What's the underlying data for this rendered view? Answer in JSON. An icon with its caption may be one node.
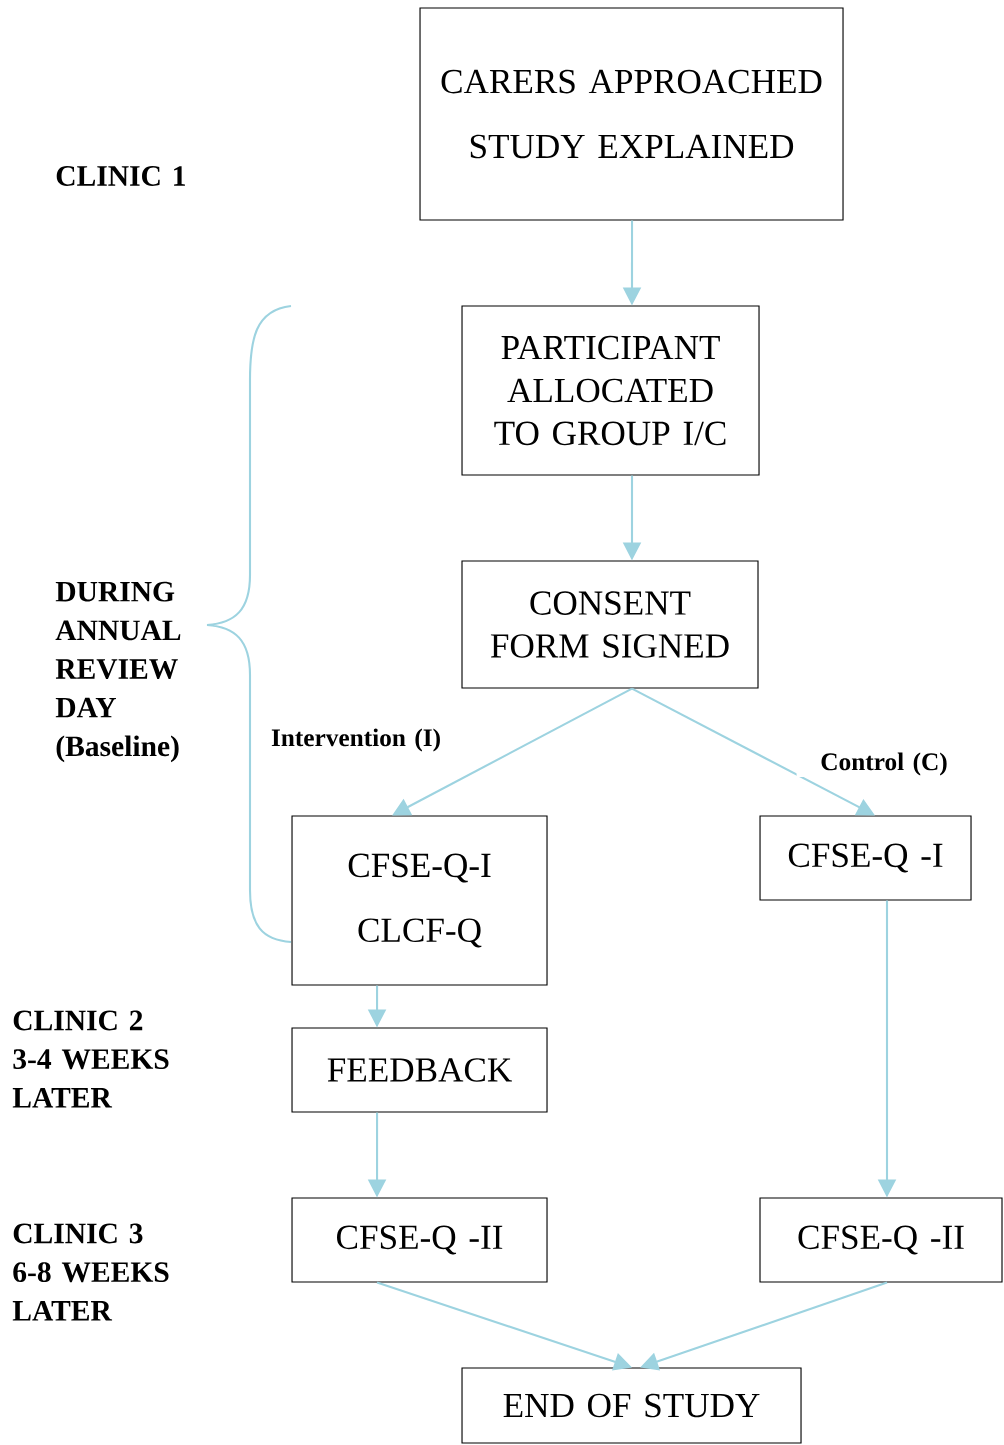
{
  "diagram": {
    "nodes": [
      {
        "text": [
          "CARERS APPROACHED",
          "STUDY EXPLAINED"
        ]
      },
      {
        "text": [
          "PARTICIPANT ALLOCATED TO GROUP I/C"
        ]
      },
      {
        "text": [
          "CONSENT FORM SIGNED"
        ]
      },
      {
        "text": [
          "CFSE-Q-I",
          "CLCF-Q"
        ]
      },
      {
        "text": [
          "CFSE-Q -I"
        ]
      },
      {
        "text": [
          "FEEDBACK"
        ]
      },
      {
        "text": [
          "CFSE-Q -II"
        ]
      },
      {
        "text": [
          "CFSE-Q -II"
        ]
      },
      {
        "text": [
          "END OF STUDY"
        ]
      }
    ],
    "edges": [
      {
        "from": 0,
        "to": 1,
        "arrow": "to"
      },
      {
        "from": 1,
        "to": 2,
        "arrow": "to"
      },
      {
        "from": 2,
        "to": 3,
        "arrow": "to",
        "label": "Intervention (I)"
      },
      {
        "from": 2,
        "to": 4,
        "arrow": "to",
        "label": "Control (C)"
      },
      {
        "from": 3,
        "to": 5,
        "arrow": "to"
      },
      {
        "from": 5,
        "to": 6,
        "arrow": "to"
      },
      {
        "from": 4,
        "to": 7,
        "arrow": "to"
      },
      {
        "from": 6,
        "to": 8,
        "arrow": "to"
      },
      {
        "from": 7,
        "to": 8,
        "arrow": "to"
      }
    ],
    "labels": [
      "CLINIC 1",
      "DURING ANNUAL REVIEW DAY (Baseline)",
      "CLINIC 2 3-4 WEEKS LATER",
      "CLINIC 3 6-8 WEEKS LATER"
    ]
  }
}
